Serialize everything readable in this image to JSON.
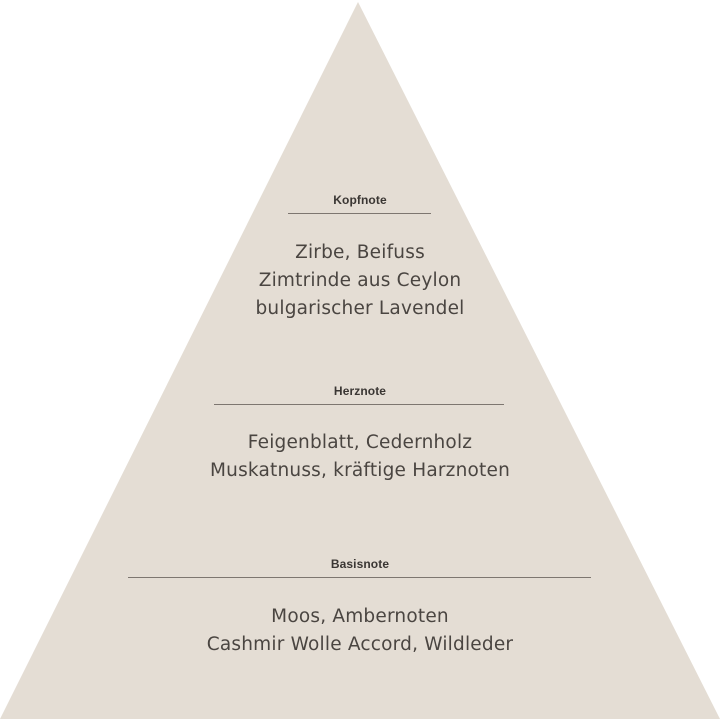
{
  "colors": {
    "pyramid_fill": "#e4ddd4",
    "divider": "#7d7670",
    "title_text": "#3a3633",
    "body_text": "#4a4541"
  },
  "tiers": [
    {
      "title": "Kopfnote",
      "lines": [
        "Zirbe, Beifuss",
        "Zimtrinde aus Ceylon",
        "bulgarischer Lavendel"
      ]
    },
    {
      "title": "Herznote",
      "lines": [
        "Feigenblatt, Cedernholz",
        "Muskatnuss, kräftige Harznoten"
      ]
    },
    {
      "title": "Basisnote",
      "lines": [
        "Moos, Ambernoten",
        "Cashmir Wolle Accord, Wildleder"
      ]
    }
  ]
}
